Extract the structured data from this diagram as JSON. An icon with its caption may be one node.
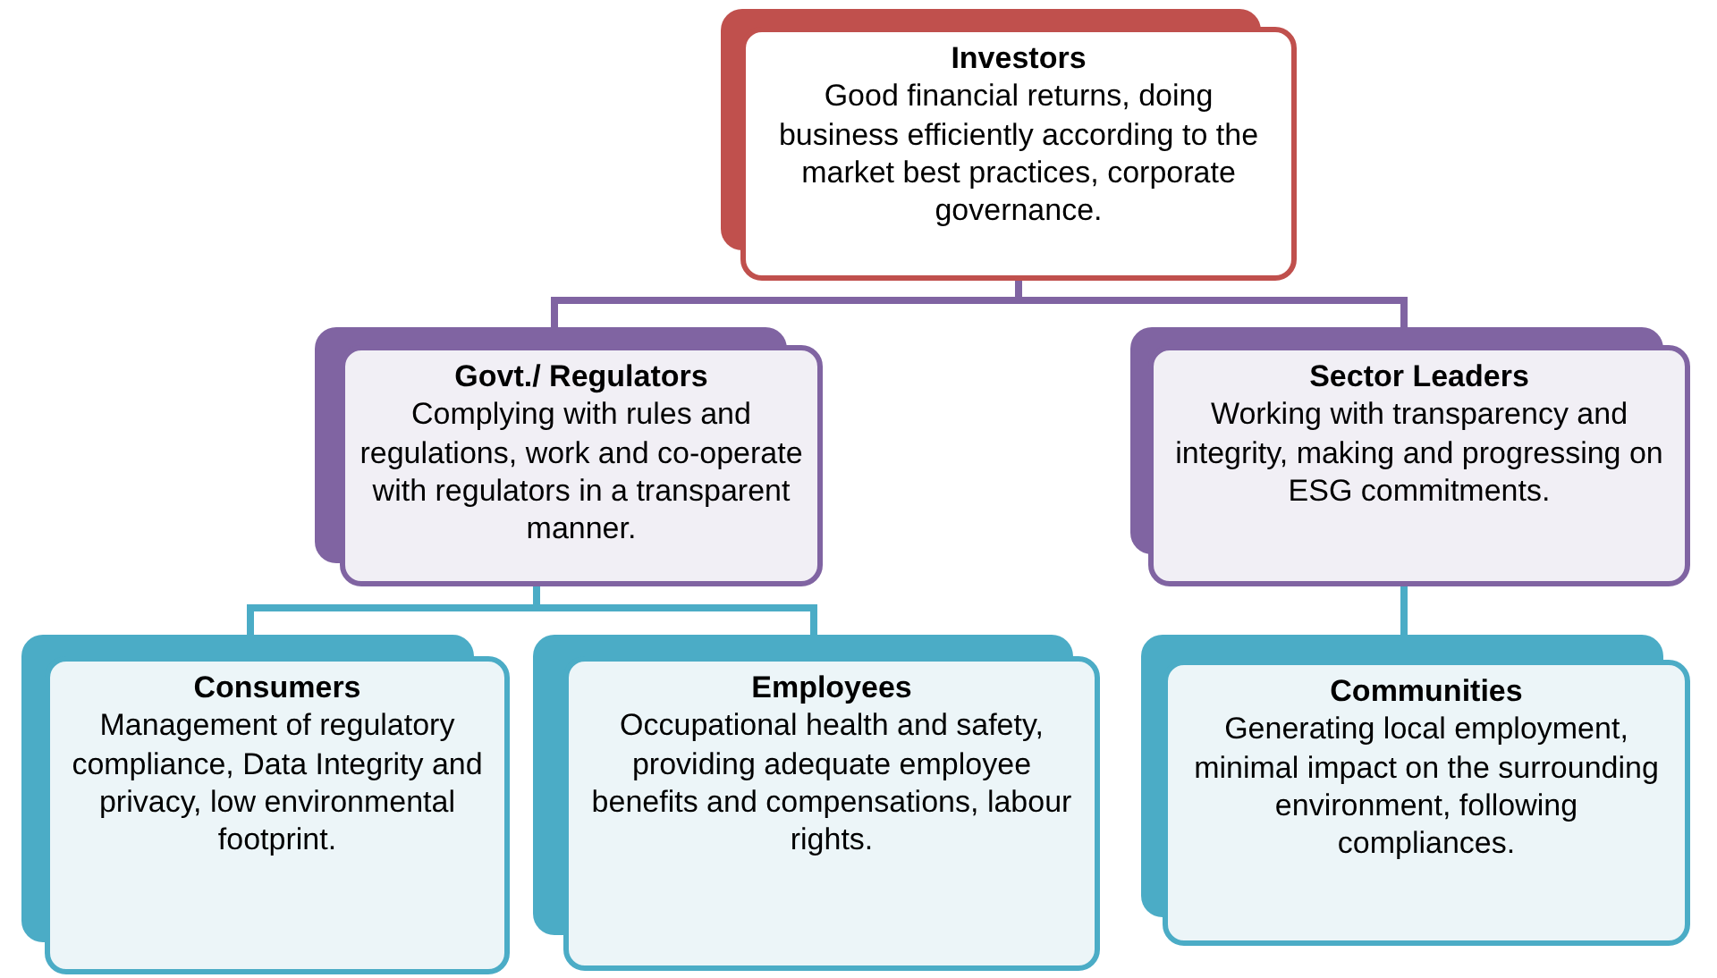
{
  "diagram": {
    "nodes": [
      {
        "text": [
          "Investors",
          "Good financial returns, doing business efficiently according to the market best practices, corporate governance."
        ]
      },
      {
        "text": [
          "Govt./ Regulators",
          "Complying with rules and regulations, work and co-operate with regulators in a transparent manner."
        ]
      },
      {
        "text": [
          "Sector Leaders",
          "Working with transparency and integrity, making and progressing on ESG commitments."
        ]
      },
      {
        "text": [
          "Consumers",
          "Management of regulatory compliance, Data Integrity and privacy, low environmental footprint."
        ]
      },
      {
        "text": [
          "Employees",
          "Occupational health and safety, providing adequate employee benefits and compensations, labour rights."
        ]
      },
      {
        "text": [
          "Communities",
          "Generating local employment, minimal impact on the surrounding environment, following compliances."
        ]
      }
    ],
    "edges": [
      {
        "from": 0,
        "to": 1,
        "arrow": "none"
      },
      {
        "from": 0,
        "to": 2,
        "arrow": "none"
      },
      {
        "from": 1,
        "to": 3,
        "arrow": "none"
      },
      {
        "from": 1,
        "to": 4,
        "arrow": "none"
      },
      {
        "from": 2,
        "to": 5,
        "arrow": "none"
      }
    ]
  }
}
